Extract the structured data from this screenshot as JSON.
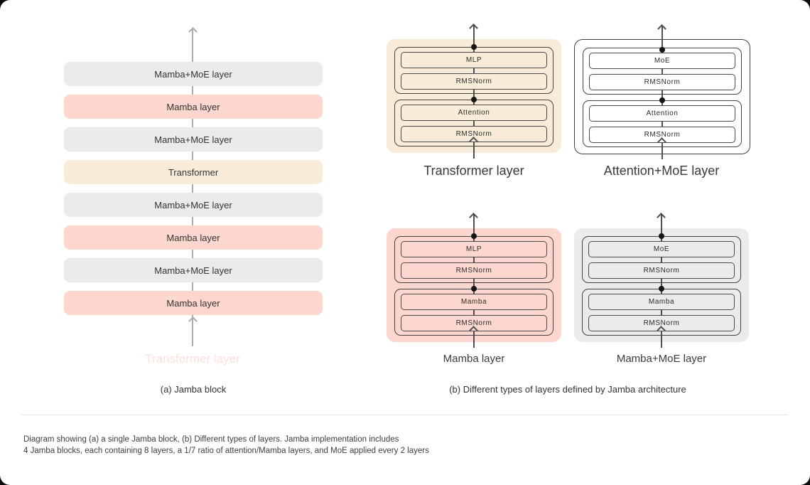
{
  "colors": {
    "band_gray": "#ebebeb",
    "band_pink": "#fcd7cf",
    "band_tan": "#f8ecd9",
    "page_bg": "#ffffff",
    "line_gray": "#ababab",
    "line_dark": "#4f4f4f"
  },
  "jamba_block": {
    "layers": [
      {
        "label": "Mamba+MoE layer",
        "type": "gray"
      },
      {
        "label": "Mamba layer",
        "type": "pink"
      },
      {
        "label": "Mamba+MoE layer",
        "type": "gray"
      },
      {
        "label": "Transformer",
        "type": "tan"
      },
      {
        "label": "Mamba+MoE layer",
        "type": "gray"
      },
      {
        "label": "Mamba layer",
        "type": "pink"
      },
      {
        "label": "Mamba+MoE layer",
        "type": "gray"
      },
      {
        "label": "Mamba layer",
        "type": "pink"
      }
    ],
    "ghost_label": "Transformer layer",
    "caption": "(a) Jamba block"
  },
  "layer_types": {
    "caption": "(b) Different types of layers defined by Jamba architecture",
    "cards": [
      {
        "title": "Transformer layer",
        "style": "tan",
        "top_group": [
          "MLP",
          "RMSNorm"
        ],
        "bottom_group": [
          "Attention",
          "RMSNorm"
        ]
      },
      {
        "title": "Attention+MoE layer",
        "style": "white",
        "top_group": [
          "MoE",
          "RMSNorm"
        ],
        "bottom_group": [
          "Attention",
          "RMSNorm"
        ]
      },
      {
        "title": "Mamba layer",
        "style": "pink",
        "top_group": [
          "MLP",
          "RMSNorm"
        ],
        "bottom_group": [
          "Mamba",
          "RMSNorm"
        ]
      },
      {
        "title": "Mamba+MoE layer",
        "style": "gray",
        "top_group": [
          "MoE",
          "RMSNorm"
        ],
        "bottom_group": [
          "Mamba",
          "RMSNorm"
        ]
      }
    ]
  },
  "footnote": {
    "line1": "Diagram showing (a) a single Jamba block, (b) Different types of layers. Jamba implementation includes",
    "line2": "4 Jamba blocks, each containing 8 layers, a 1/7 ratio of attention/Mamba layers, and MoE applied every 2 layers"
  }
}
